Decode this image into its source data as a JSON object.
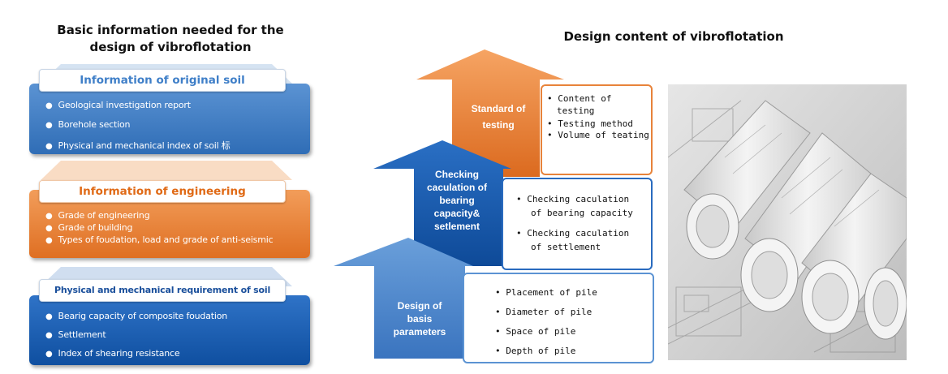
{
  "left": {
    "title_line1": "Basic information needed for the",
    "title_line2": "design of vibroflotation",
    "soil_panel": {
      "header": "Information of original soil",
      "items": [
        "Geological investigation report",
        "Borehole section",
        "Physical and mechanical index of soil 标"
      ]
    },
    "eng_panel": {
      "header": "Information of engineering",
      "items": [
        "Grade of engineering",
        "Grade of building",
        "Types of foudation, load and grade of anti-seismic"
      ]
    },
    "req_panel": {
      "header": "Physical and mechanical requirement of soil",
      "items": [
        "Bearig capacity of composite foudation",
        "Settlement",
        "Index of shearing resistance"
      ]
    }
  },
  "right": {
    "title": "Design content of vibroflotation",
    "testing": {
      "label_lines": [
        "Standard of",
        "testing"
      ],
      "bullets": [
        "Content of",
        "testing",
        "Testing method",
        "Volume of teating"
      ]
    },
    "checking": {
      "label_lines": [
        "Checking",
        "caculation of",
        "bearing",
        "capacity&",
        "setlement"
      ],
      "bullets": [
        "Checking caculation",
        "of bearing capacity",
        "Checking caculation",
        "of settlement"
      ]
    },
    "design": {
      "label_lines": [
        "Design of",
        "basis",
        "parameters"
      ],
      "bullets": [
        "Placement of pile",
        "Diameter of pile",
        "Space of pile",
        "Depth of pile"
      ]
    }
  },
  "colors": {
    "blue_panel": "#3f7fc8",
    "orange_panel": "#e7792c",
    "dark_blue_panel": "#1a5caf",
    "orange_header_text": "#e06a16",
    "blue_header_text": "#3f7fc8",
    "dark_blue_header_text": "#1a4f9b"
  }
}
